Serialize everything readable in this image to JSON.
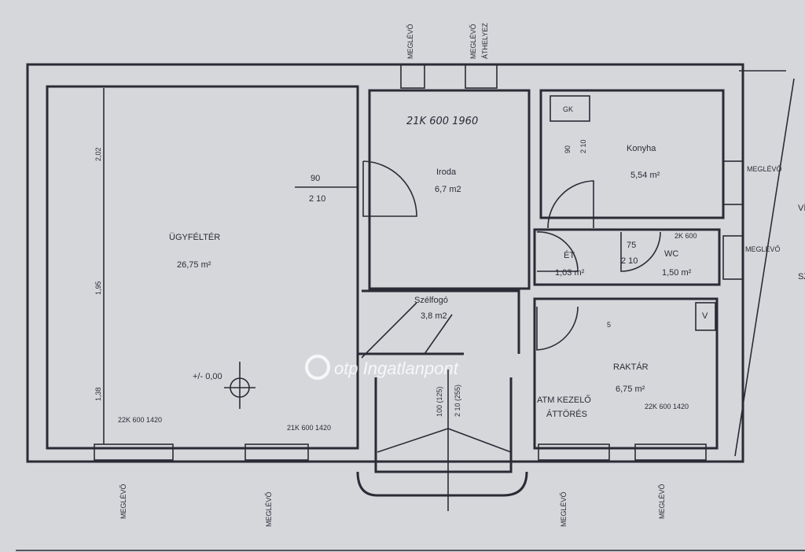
{
  "rooms": {
    "ugyfelter": {
      "name": "ÜGYFÉLTÉR",
      "area": "26,75 m²"
    },
    "iroda": {
      "name": "Iroda",
      "area": "6,7 m2"
    },
    "konyha": {
      "name": "Konyha",
      "area": "5,54 m²"
    },
    "et": {
      "name": "ÉT",
      "area": "1,03 m²"
    },
    "wc": {
      "name": "WC",
      "area": "1,50 m²"
    },
    "szelfogo": {
      "name": "Szélfogó",
      "area": "3,8 m2"
    },
    "raktar": {
      "name": "RAKTÁR",
      "area": "6,75 m²"
    }
  },
  "annotations": {
    "meglevo": "MEGLÉVŐ",
    "athelyez": "ÁTHELYEZ",
    "window_top": "21K 600 1960",
    "window_left": "22K 600 1420",
    "window_mid": "21K 600 1420",
    "window_raktar": "22K 600 1420",
    "door_iroda_w": "90",
    "door_iroda_h": "2 10",
    "door_konyha_w": "90",
    "door_konyha_h": "2 10",
    "door_wc_w": "75",
    "door_wc_h": "2 10",
    "door_entry_w": "100 (125)",
    "door_entry_h": "2 10 (255)",
    "level": "+/- 0,00",
    "gk": "GK",
    "atm": "ATM KEZELŐ",
    "attores": "ÁTTÖRÉS",
    "dim_top": "2,02",
    "dim_mid": "1,95",
    "dim_bot": "1,38",
    "vizge": "VÍZGE",
    "szent": "SZENT",
    "small_5": "5",
    "wc_note": "2K 600",
    "v_label": "V"
  },
  "watermark": "otp Ingatlanpont"
}
